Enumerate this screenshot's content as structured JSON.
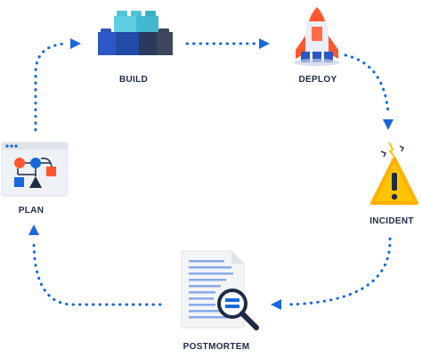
{
  "stages": {
    "build": "BUILD",
    "deploy": "DEPLOY",
    "incident": "INCIDENT",
    "postmortem": "POSTMORTEM",
    "plan": "PLAN"
  },
  "colors": {
    "arrow": "#1868db",
    "label": "#1f2a44",
    "block_dark": "#2c4a9e",
    "block_light": "#4fc3d9",
    "warning": "#ffc400",
    "accent_red": "#ff5630"
  },
  "icons": {
    "build": "lego-blocks-icon",
    "deploy": "rocket-icon",
    "incident": "warning-triangle-icon",
    "postmortem": "document-magnifier-icon",
    "plan": "flowchart-window-icon"
  }
}
